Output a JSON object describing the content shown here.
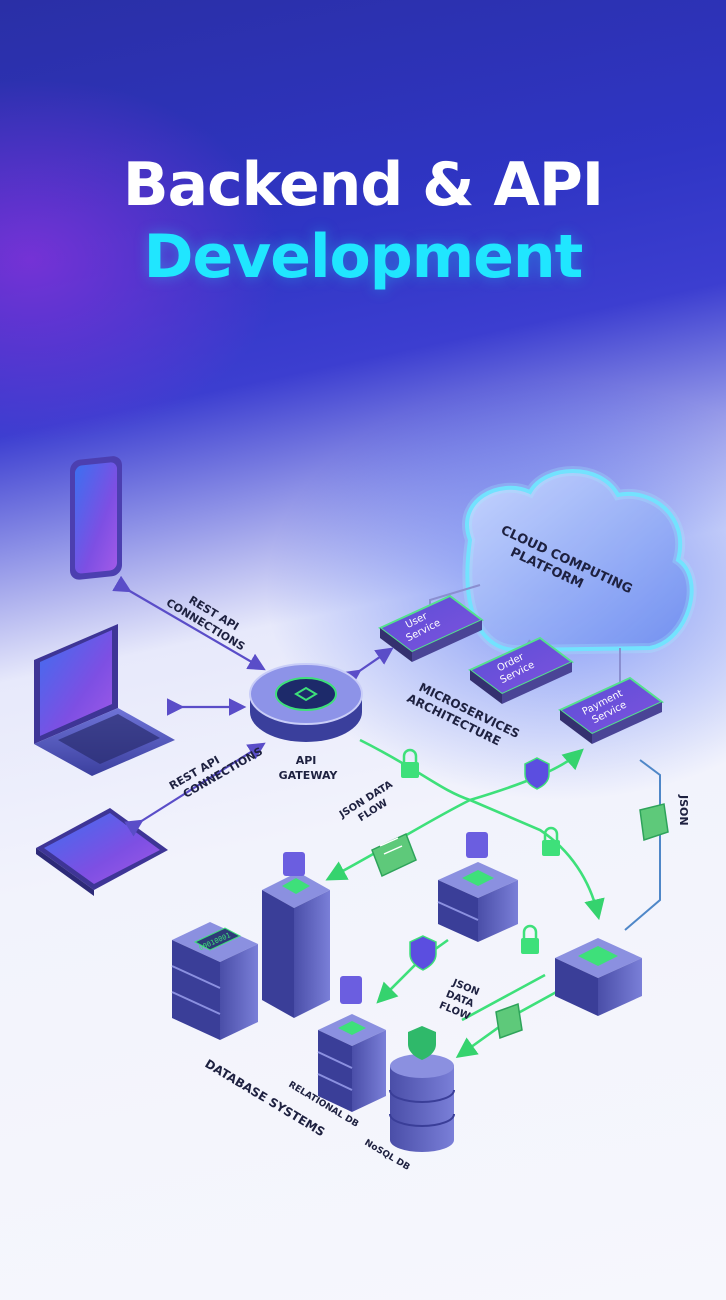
{
  "title": {
    "line1": "Backend & API",
    "line2": "Development"
  },
  "diagram": {
    "cloud_label": [
      "CLOUD COMPUTING",
      "PLATFORM"
    ],
    "gateway_label": [
      "API",
      "GATEWAY"
    ],
    "rest_api_top": [
      "REST API",
      "CONNECTIONS"
    ],
    "rest_api_bottom": [
      "REST API",
      "CONNECTIONS"
    ],
    "microservices_label": [
      "MICROSERVICES",
      "ARCHITECTURE"
    ],
    "services": [
      [
        "User",
        "Service"
      ],
      [
        "Order",
        "Service"
      ],
      [
        "Payment",
        "Service"
      ]
    ],
    "json_side": "JSON",
    "json_flow_1": [
      "JSON DATA",
      "FLOW"
    ],
    "json_flow_2": [
      "JSON",
      "DATA",
      "FLOW"
    ],
    "database_systems": "DATABASE SYSTEMS",
    "relational_db": "RELATIONAL DB",
    "nosql_db": "NoSQL DB",
    "server_display": "00010001"
  },
  "colors": {
    "title_white": "#ffffff",
    "title_cyan": "#20e6ff",
    "flow_green": "#3ee07a",
    "link_purple": "#6a58d8",
    "device_purple": "#7a4fe0",
    "cloud_glow": "#5ad8ff"
  },
  "icons": [
    "smartphone-icon",
    "laptop-icon",
    "tablet-icon",
    "api-gateway-icon",
    "cloud-icon",
    "server-icon",
    "database-icon",
    "lock-icon",
    "shield-icon",
    "json-doc-icon"
  ]
}
